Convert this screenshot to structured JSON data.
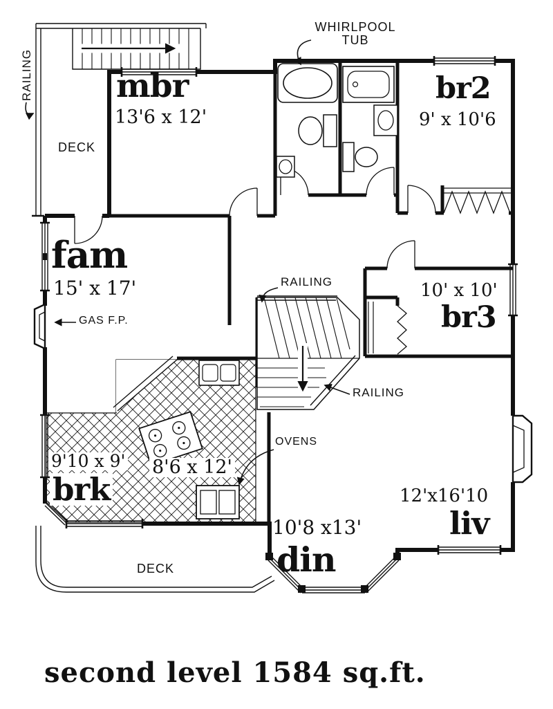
{
  "caption": "second level 1584 sq.ft.",
  "rooms": {
    "mbr": {
      "name": "mbr",
      "dims": "13'6 x 12'"
    },
    "br2": {
      "name": "br2",
      "dims": "9' x 10'6"
    },
    "fam": {
      "name": "fam",
      "dims": "15' x 17'"
    },
    "br3": {
      "name": "br3",
      "dims": "10' x 10'"
    },
    "brk": {
      "name": "brk",
      "dims": "9'10 x 9'"
    },
    "kitchen": {
      "dims": "8'6 x 12'"
    },
    "din": {
      "name": "din",
      "dims": "10'8 x13'"
    },
    "liv": {
      "name": "liv",
      "dims": "12'x16'10"
    }
  },
  "annotations": {
    "whirlpool_line1": "WHIRLPOOL",
    "whirlpool_line2": "TUB",
    "railing": "RAILING",
    "deck": "DECK",
    "gas_fp": "GAS F.P.",
    "ovens": "OVENS"
  },
  "colors": {
    "ink": "#111111",
    "paper": "#ffffff"
  }
}
